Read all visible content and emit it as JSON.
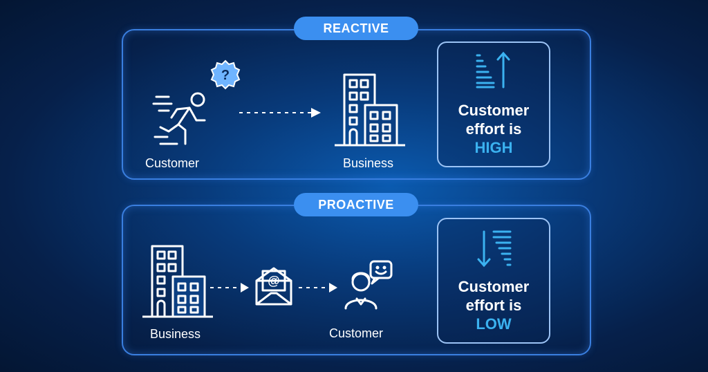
{
  "reactive": {
    "title": "REACTIVE",
    "left_label": "Customer",
    "right_label": "Business",
    "effort_line1": "Customer",
    "effort_line2": "effort is",
    "effort_level": "HIGH"
  },
  "proactive": {
    "title": "PROACTIVE",
    "left_label": "Business",
    "right_label": "Customer",
    "effort_line1": "Customer",
    "effort_line2": "effort is",
    "effort_level": "LOW"
  },
  "colors": {
    "accent": "#3b8ff0",
    "highlight": "#3bb2f0",
    "border": "#3a7fe0"
  }
}
